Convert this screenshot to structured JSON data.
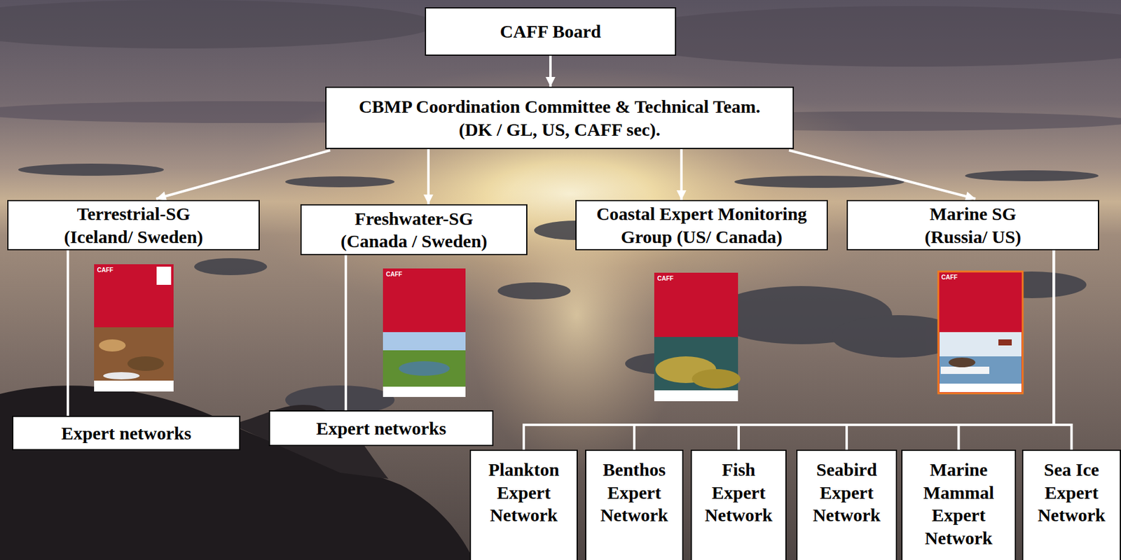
{
  "diagram": {
    "nodes": [
      {
        "text": [
          "CAFF Board"
        ]
      },
      {
        "text": [
          "CBMP Coordination Committee & Technical Team.",
          "(DK / GL, US, CAFF sec)."
        ]
      },
      {
        "text": [
          "Terrestrial-SG",
          "(Iceland/ Sweden)"
        ]
      },
      {
        "text": [
          "Freshwater-SG",
          "(Canada / Sweden)"
        ]
      },
      {
        "text": [
          "Coastal Expert Monitoring Group (US/ Canada)"
        ]
      },
      {
        "text": [
          "Marine SG",
          "(Russia/ US)"
        ]
      },
      {
        "text": [
          "Expert networks"
        ]
      },
      {
        "text": [
          "Expert networks"
        ]
      },
      {
        "text": [
          "Plankton Expert Network"
        ]
      },
      {
        "text": [
          "Benthos Expert Network"
        ]
      },
      {
        "text": [
          "Fish Expert Network"
        ]
      },
      {
        "text": [
          "Seabird Expert Network"
        ]
      },
      {
        "text": [
          "Marine Mammal Expert Network"
        ]
      },
      {
        "text": [
          "Sea Ice Expert Network"
        ]
      }
    ],
    "edges": [
      {
        "from": 0,
        "to": 1,
        "arrow": "to"
      },
      {
        "from": 1,
        "to": 2,
        "arrow": "to"
      },
      {
        "from": 1,
        "to": 3,
        "arrow": "to"
      },
      {
        "from": 1,
        "to": 4,
        "arrow": "to"
      },
      {
        "from": 1,
        "to": 5,
        "arrow": "to"
      },
      {
        "from": 2,
        "to": 6,
        "arrow": "none"
      },
      {
        "from": 3,
        "to": 7,
        "arrow": "none"
      },
      {
        "from": 5,
        "to": 8,
        "arrow": "none"
      },
      {
        "from": 5,
        "to": 9,
        "arrow": "none"
      },
      {
        "from": 5,
        "to": 10,
        "arrow": "none"
      },
      {
        "from": 5,
        "to": 11,
        "arrow": "none"
      },
      {
        "from": 5,
        "to": 12,
        "arrow": "none"
      },
      {
        "from": 5,
        "to": 13,
        "arrow": "none"
      }
    ],
    "labels": [
      "CAFF",
      "CAFF",
      "CAFF",
      "CAFF"
    ]
  }
}
